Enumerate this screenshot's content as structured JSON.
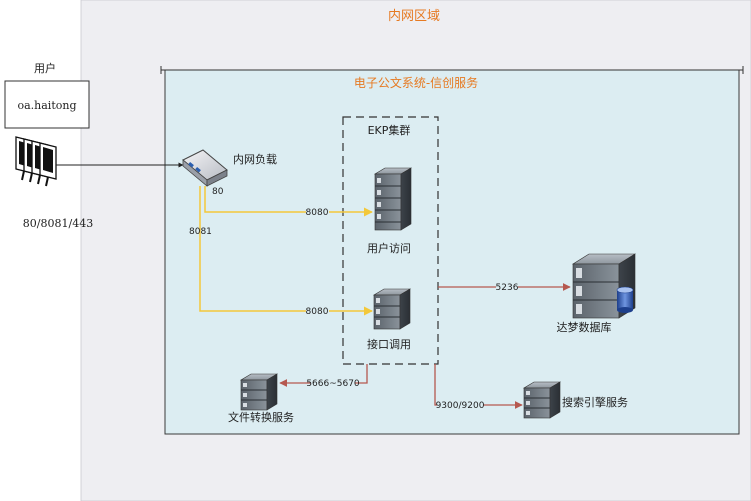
{
  "zones": {
    "intranet": "内网区域",
    "system": "电子公文系统-信创服务",
    "cluster": "EKP集群"
  },
  "user": {
    "label": "用户",
    "url_text": "oa.haitong",
    "ports": "80/8081/443"
  },
  "nodes": {
    "load_balancer": "内网负载",
    "user_access": "用户访问",
    "interface_call": "接口调用",
    "database": "达梦数据库",
    "file_convert": "文件转换服务",
    "search_engine": "搜索引擎服务"
  },
  "ports": {
    "lb_out": "80",
    "lb_8081": "8081",
    "to_user_access": "8080",
    "to_interface": "8080",
    "to_db": "5236",
    "to_file": "5666~5670",
    "to_search": "9300/9200"
  },
  "colors": {
    "intranet_bg": "#eeeef2",
    "system_bg": "#dcedf2",
    "zone_title": "#e67a22",
    "yellow_line": "#f3c83a",
    "red_line": "#b5584f"
  }
}
